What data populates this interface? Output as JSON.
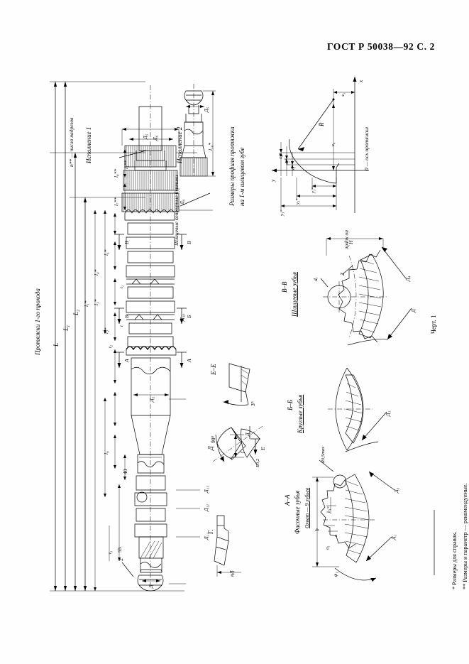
{
  "document": {
    "standard_header": "ГОСТ Р 50038—92 С. 2",
    "figure_caption": "Черт. 1"
  },
  "labels": {
    "main_title": "Протяжки 1-го прохода",
    "variant_1": "Исполнение 1",
    "variant_2": "Исполнение 2",
    "n_note": "n** — число надрезов",
    "spline_contour": "Шлицевые контурные буртики",
    "profile_title_line1": "Размеры профиля протяжки",
    "profile_title_line2": "на 1-м шлицевом зубе",
    "axis_note": "0 — ось протяжки",
    "section_vv_title": "В–В",
    "section_vv_sub": "Шлицевые зубья",
    "section_bb_title": "Б–Б",
    "section_bb_sub": "Круглые зубья",
    "section_aa_title": "А–А",
    "section_aa_sub": "Фасочные зубья",
    "section_aa_note": "Охват — 9 зубьев",
    "section_ee": "Е–Е",
    "section_d": "Д",
    "section_g": "Г.",
    "chord_note": "по хорде"
  },
  "footnotes": [
    "* Размеры для справок.",
    "** Размеры и параметр — рекомендуемые."
  ],
  "dimensions": {
    "overall": [
      "L",
      "L₁",
      "L₂"
    ],
    "segments": [
      "l₁*",
      "l₂*",
      "l₃*",
      "l₄*",
      "l₅**",
      "l₆*",
      "l₇**",
      "l₈**",
      "l₉",
      "l₁₀*"
    ],
    "pitches": [
      "t",
      "t₁",
      "t₂",
      "t₃"
    ],
    "diameters": [
      "Д",
      "Д₁",
      "Д₂",
      "Д₃",
      "Д₄",
      "Д₅",
      "Д₆",
      "Д₇",
      "Д₈",
      "Д₉",
      "Д₁₀",
      "Д₁₁",
      "Д₁₂",
      "Д₁₃"
    ],
    "numeric": [
      "40",
      "55",
      "R0,2",
      "R0,5max",
      "3°",
      "90°"
    ],
    "profile": [
      "x₁*",
      "x₂*",
      "x₃*",
      "x₄",
      "x₅",
      "y₁*",
      "y₂*",
      "y₃*",
      "y₄",
      "R",
      "x",
      "y"
    ],
    "teeth": [
      "b",
      "b₁*",
      "a",
      "a₁",
      "Z",
      "dₑ",
      "H",
      "f",
      "нД",
      "φ",
      "φ₁"
    ],
    "callouts": [
      "2",
      "Д₅",
      "Д₆"
    ]
  },
  "views": {
    "sections": [
      "А",
      "Б",
      "В",
      "Д",
      "Е",
      "Г"
    ],
    "arrow_marks": [
      "А",
      "Б",
      "В",
      "Е"
    ]
  }
}
